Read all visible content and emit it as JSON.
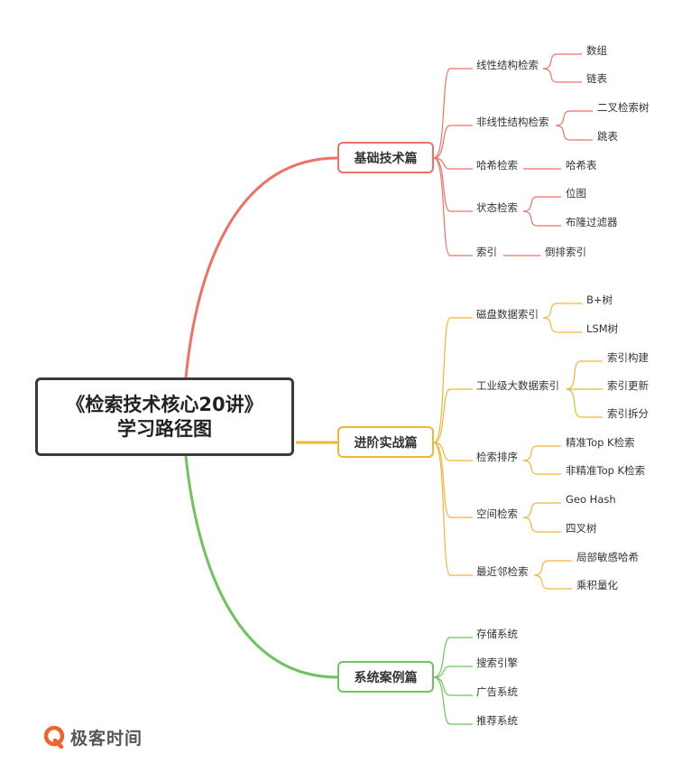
{
  "root": {
    "line1": "《检索技术核心20讲》",
    "line2": "学习路径图"
  },
  "colors": {
    "basic": "#ee7164",
    "advanced": "#f3b535",
    "cases": "#6cc45d"
  },
  "branches": {
    "basic": {
      "label": "基础技术篇",
      "topics": [
        {
          "label": "线性结构检索",
          "leaves": [
            "数组",
            "链表"
          ]
        },
        {
          "label": "非线性结构检索",
          "leaves": [
            "二叉检索树",
            "跳表"
          ]
        },
        {
          "label": "哈希检索",
          "leaves": [
            "哈希表"
          ]
        },
        {
          "label": "状态检索",
          "leaves": [
            "位图",
            "布隆过滤器"
          ]
        },
        {
          "label": "索引",
          "leaves": [
            "倒排索引"
          ]
        }
      ]
    },
    "advanced": {
      "label": "进阶实战篇",
      "topics": [
        {
          "label": "磁盘数据索引",
          "leaves": [
            "B+树",
            "LSM树"
          ]
        },
        {
          "label": "工业级大数据索引",
          "leaves": [
            "索引构建",
            "索引更新",
            "索引拆分"
          ]
        },
        {
          "label": "检索排序",
          "leaves": [
            "精准Top K检索",
            "非精准Top K检索"
          ]
        },
        {
          "label": "空间检索",
          "leaves": [
            "Geo Hash",
            "四叉树"
          ]
        },
        {
          "label": "最近邻检索",
          "leaves": [
            "局部敏感哈希",
            "乘积量化"
          ]
        }
      ]
    },
    "cases": {
      "label": "系统案例篇",
      "topics": [
        {
          "label": "存储系统"
        },
        {
          "label": "搜索引擎"
        },
        {
          "label": "广告系统"
        },
        {
          "label": "推荐系统"
        }
      ]
    }
  },
  "logo": {
    "icon": "geek-time-logo-icon",
    "text": "极客时间"
  }
}
